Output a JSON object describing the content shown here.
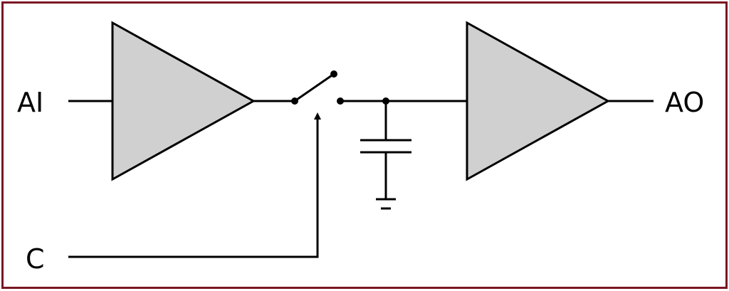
{
  "labels": {
    "input": "AI",
    "output": "AO",
    "control": "C"
  },
  "colors": {
    "border": "#7a1523",
    "amplifier_fill": "#d0d0d0",
    "wire": "#000000",
    "background": "#ffffff"
  },
  "components": [
    "input-buffer-amplifier",
    "sample-switch",
    "hold-capacitor",
    "ground",
    "output-buffer-amplifier"
  ]
}
